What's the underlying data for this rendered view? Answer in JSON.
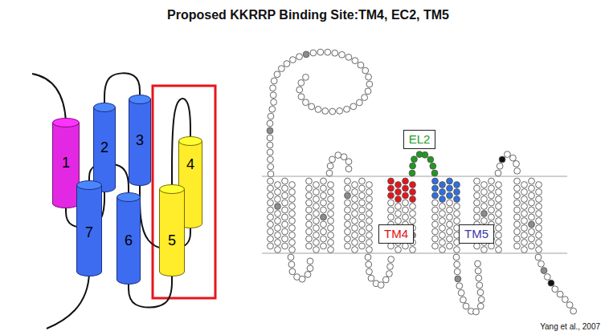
{
  "diagram": {
    "title": "Proposed KKRRP Binding Site:TM4, EC2, TM5",
    "nodes": [
      {
        "text": [
          "1"
        ]
      },
      {
        "text": [
          "2"
        ]
      },
      {
        "text": [
          "3"
        ]
      },
      {
        "text": [
          "4"
        ]
      },
      {
        "text": [
          "5"
        ]
      },
      {
        "text": [
          "6"
        ]
      },
      {
        "text": [
          "7"
        ]
      },
      {
        "text": [
          "EL2"
        ]
      },
      {
        "text": [
          "TM4"
        ]
      },
      {
        "text": [
          "TM5"
        ]
      }
    ],
    "edges": [
      {
        "from": 0,
        "to": 1,
        "arrow": "none"
      },
      {
        "from": 1,
        "to": 2,
        "arrow": "none"
      },
      {
        "from": 2,
        "to": 3,
        "arrow": "none"
      },
      {
        "from": 3,
        "to": 4,
        "arrow": "none"
      },
      {
        "from": 4,
        "to": 5,
        "arrow": "none"
      },
      {
        "from": 5,
        "to": 6,
        "arrow": "none"
      }
    ],
    "labels": [
      "Yang et al., 2007"
    ]
  }
}
